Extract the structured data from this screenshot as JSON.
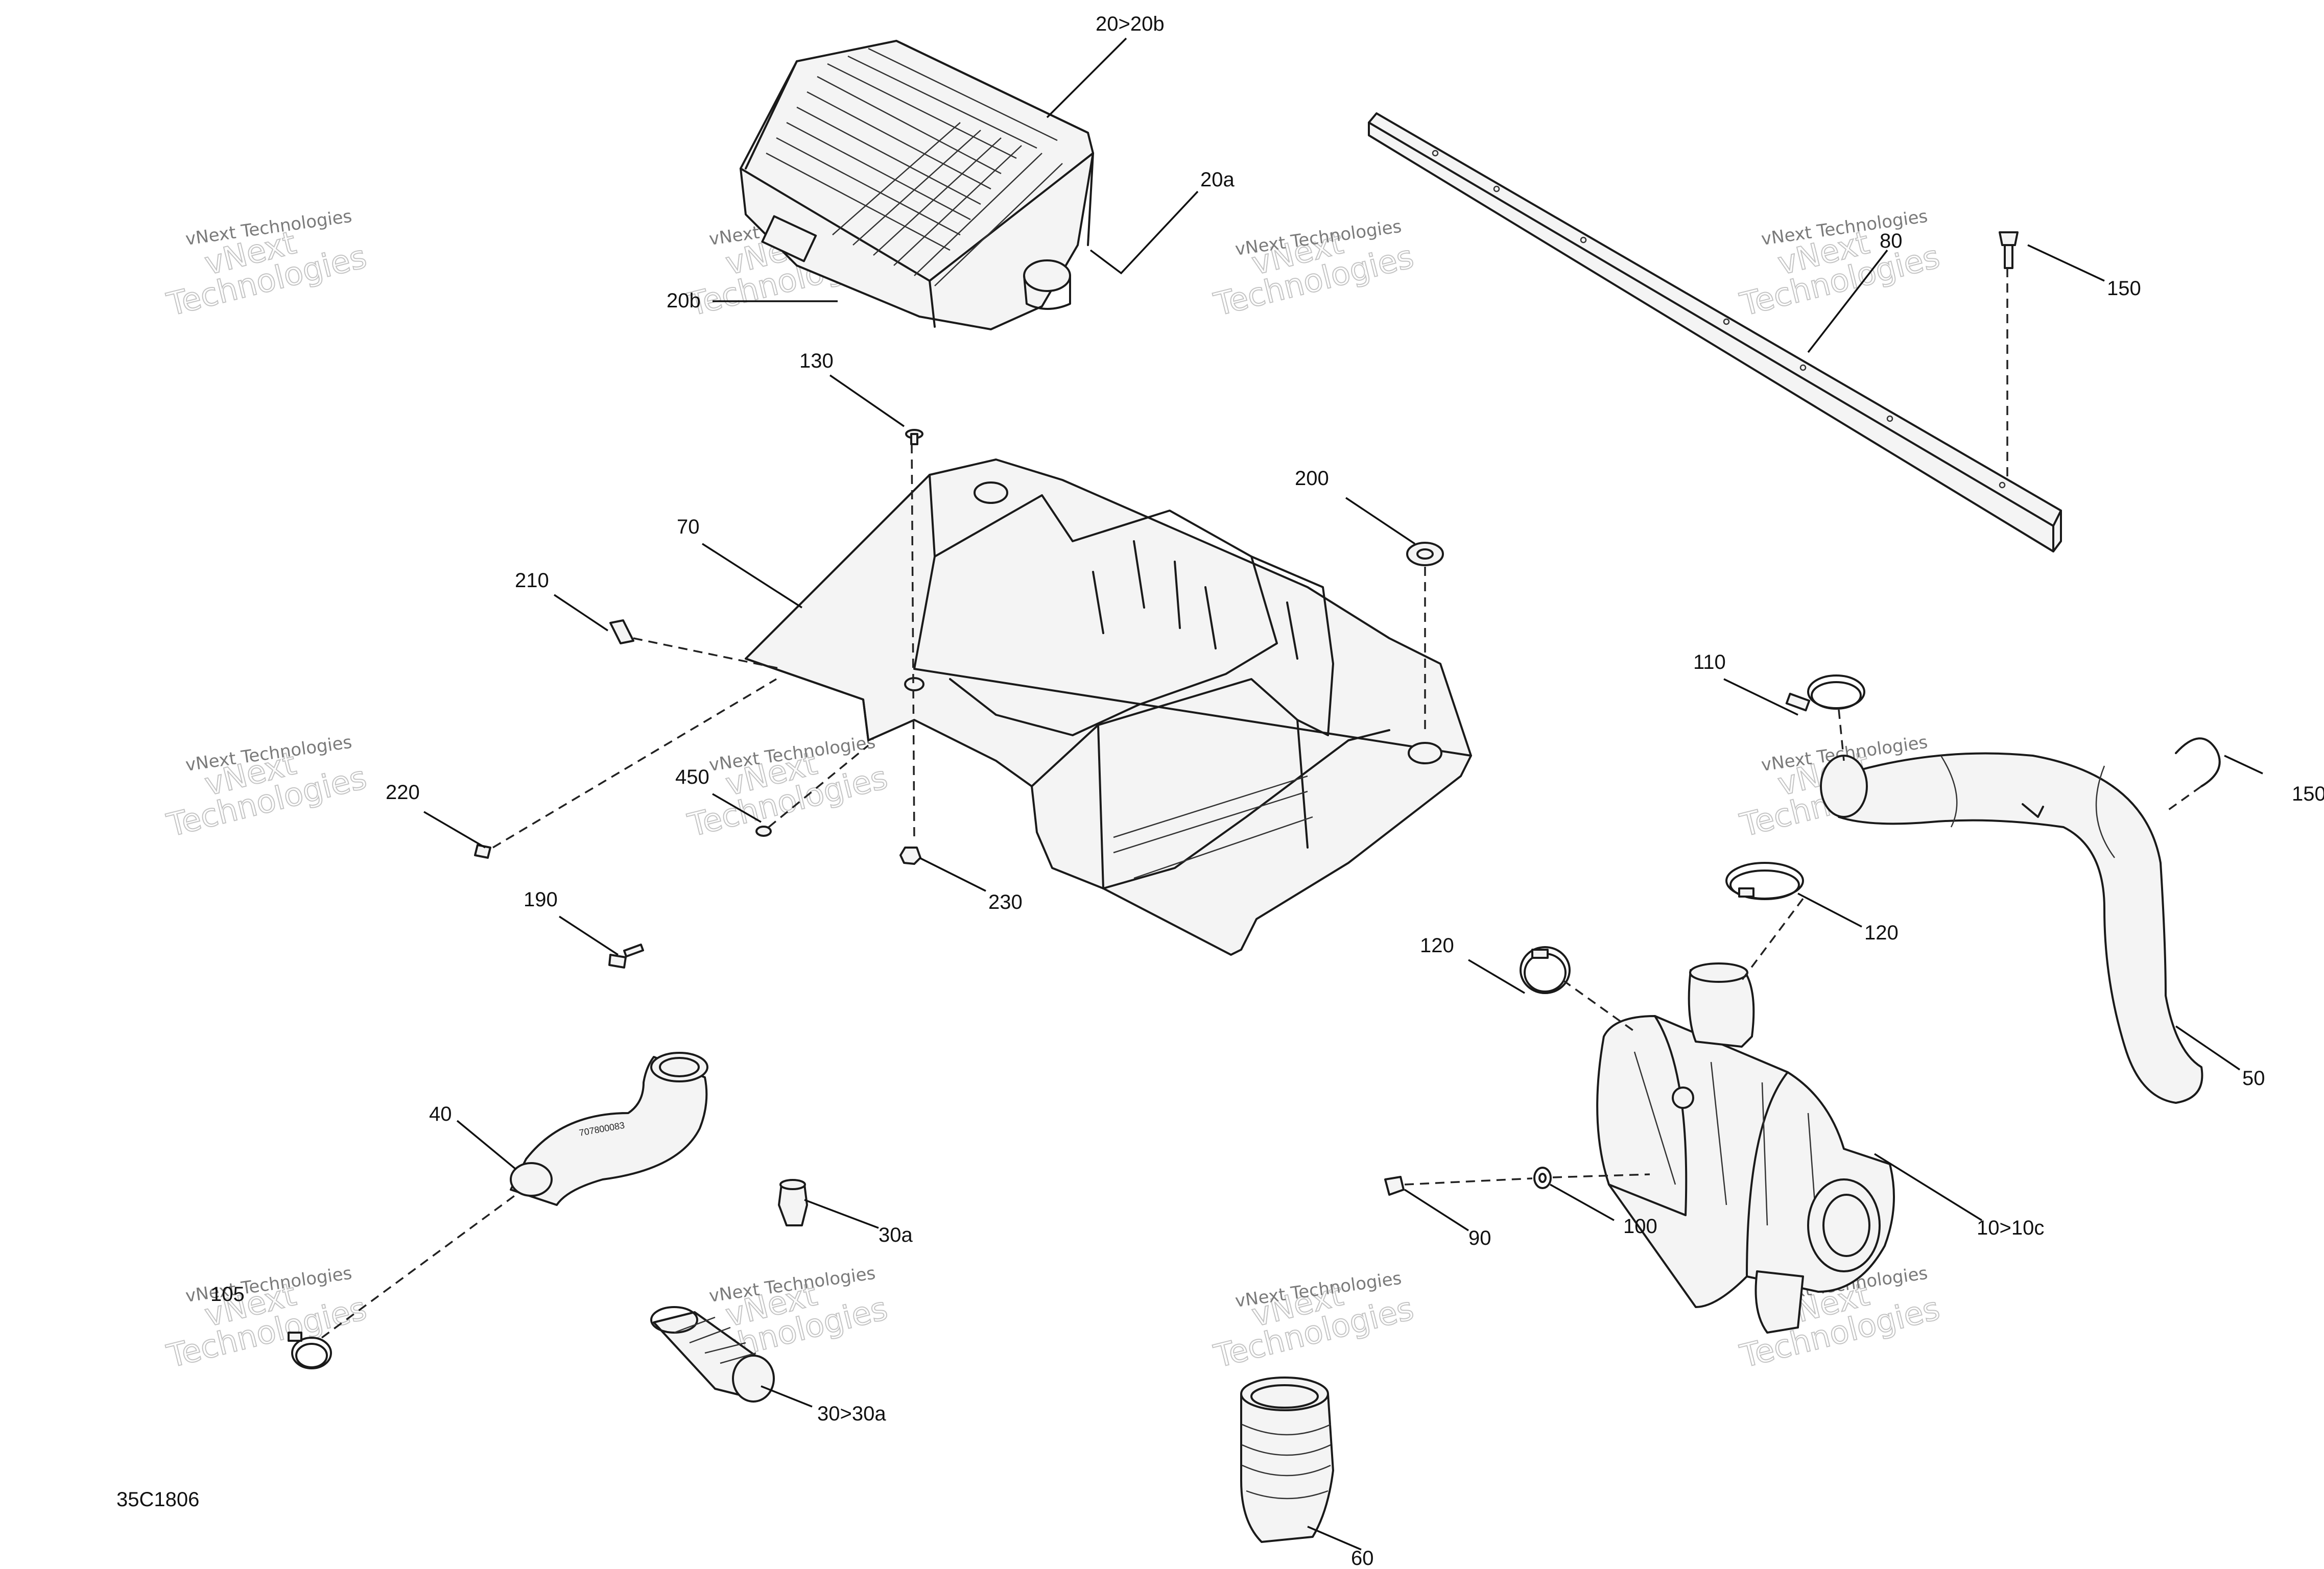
{
  "drawing_id": "35C1806",
  "watermark": {
    "line1": "vNext",
    "line2": "Technologies",
    "caption": "vNext Technologies"
  },
  "callouts": [
    {
      "id": "c-20-20b",
      "text": "20>20b"
    },
    {
      "id": "c-20a",
      "text": "20a"
    },
    {
      "id": "c-20b",
      "text": "20b"
    },
    {
      "id": "c-80",
      "text": "80"
    },
    {
      "id": "c-150a",
      "text": "150"
    },
    {
      "id": "c-130",
      "text": "130"
    },
    {
      "id": "c-200",
      "text": "200"
    },
    {
      "id": "c-70",
      "text": "70"
    },
    {
      "id": "c-210",
      "text": "210"
    },
    {
      "id": "c-110",
      "text": "110"
    },
    {
      "id": "c-150b",
      "text": "150"
    },
    {
      "id": "c-220",
      "text": "220"
    },
    {
      "id": "c-450",
      "text": "450"
    },
    {
      "id": "c-230",
      "text": "230"
    },
    {
      "id": "c-120a",
      "text": "120"
    },
    {
      "id": "c-120b",
      "text": "120"
    },
    {
      "id": "c-190",
      "text": "190"
    },
    {
      "id": "c-50",
      "text": "50"
    },
    {
      "id": "c-40",
      "text": "40"
    },
    {
      "id": "c-30a",
      "text": "30a"
    },
    {
      "id": "c-90",
      "text": "90"
    },
    {
      "id": "c-100",
      "text": "100"
    },
    {
      "id": "c-10-10c",
      "text": "10>10c"
    },
    {
      "id": "c-105",
      "text": "105"
    },
    {
      "id": "c-30-30a",
      "text": "30>30a"
    },
    {
      "id": "c-60",
      "text": "60"
    }
  ],
  "hose_marking": "707800083"
}
